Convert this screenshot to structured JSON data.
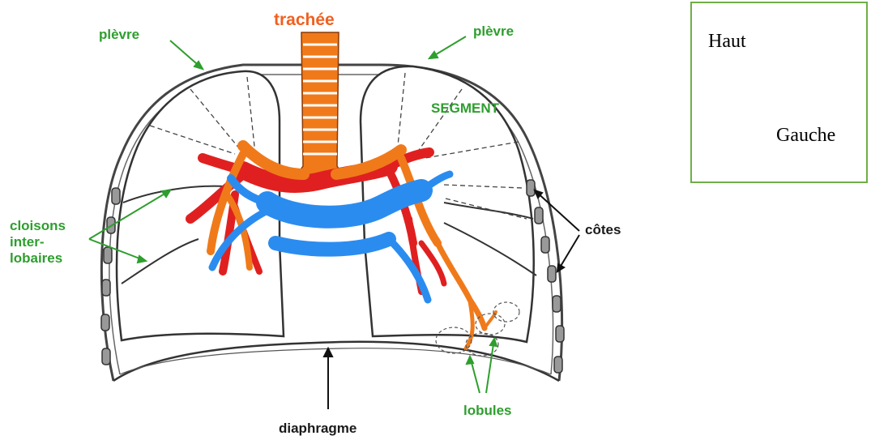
{
  "labels": {
    "trachee": "trachée",
    "plevre_left": "plèvre",
    "plevre_right": "plèvre",
    "segment": "SEGMENT",
    "cloisons_1": "cloisons",
    "cloisons_2": "inter-",
    "cloisons_3": "lobaires",
    "cotes": "côtes",
    "lobules": "lobules",
    "diaphragme": "diaphragme"
  },
  "orientation": {
    "top_label": "Haut",
    "side_label": "Gauche",
    "shape_color": "#4472c4",
    "border_color": "#70ad47"
  },
  "colors": {
    "label_green": "#2e9e2e",
    "trachea_orange": "#f07a1a",
    "artery_red": "#e02020",
    "vein_blue": "#2b8cf0",
    "outline": "#444444"
  }
}
